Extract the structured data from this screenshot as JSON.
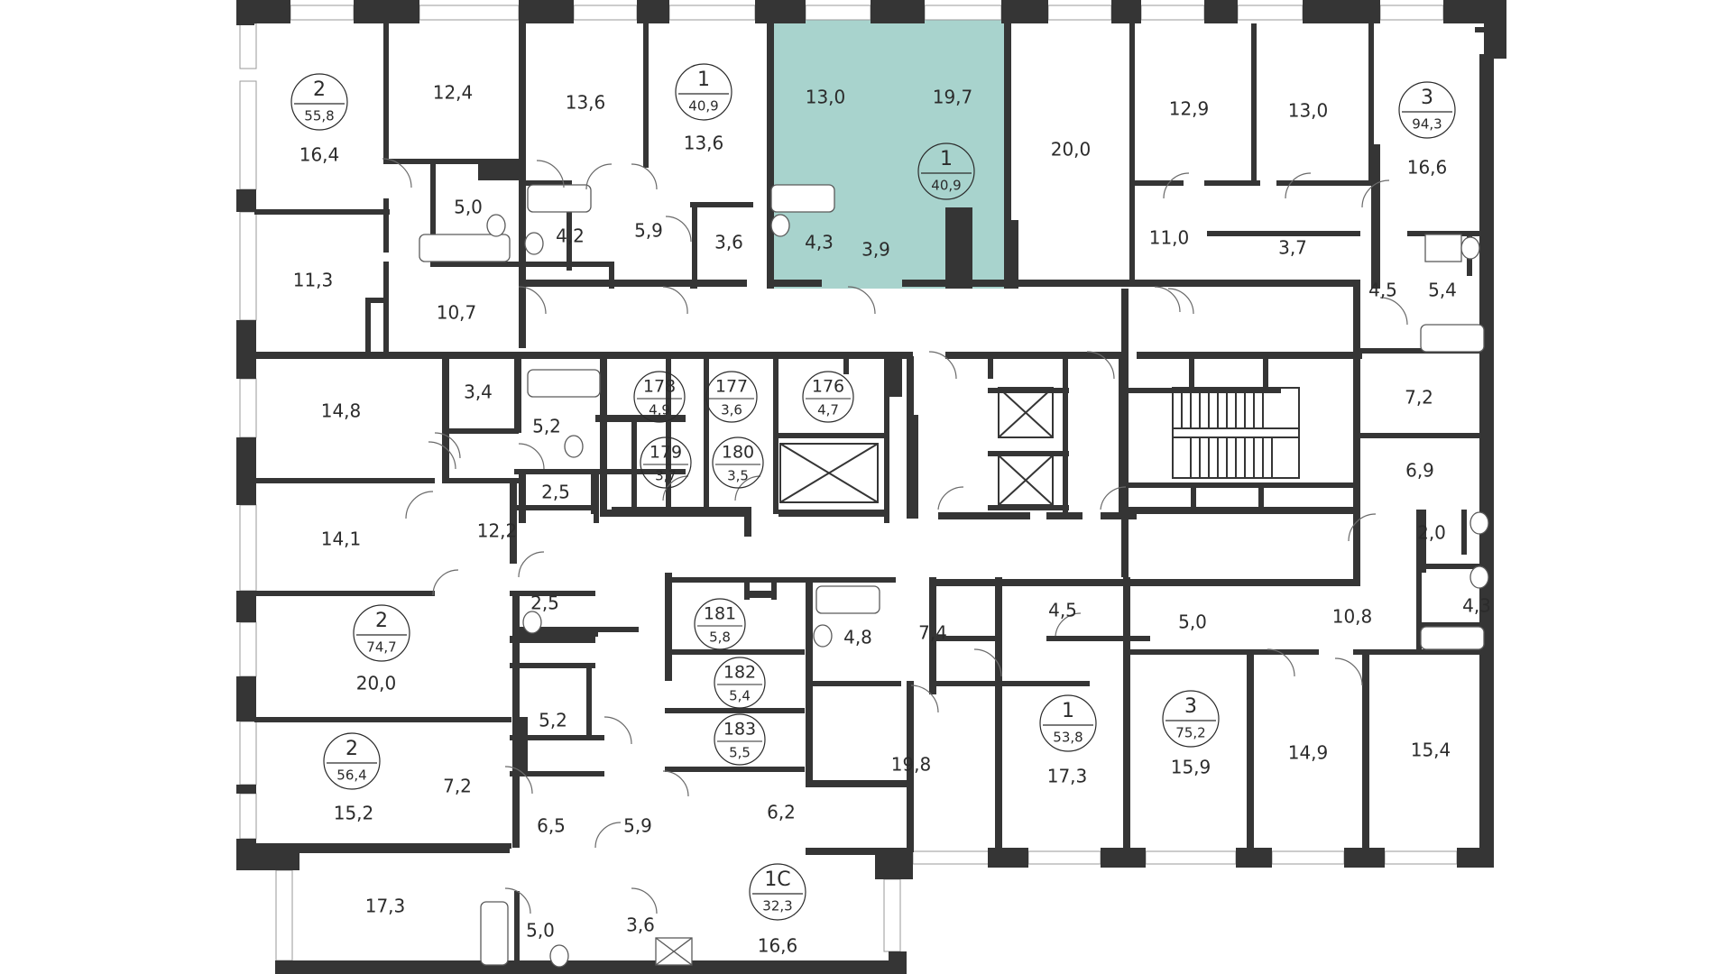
{
  "highlight_color": "#a8d3cd",
  "wall_color": "#353535",
  "apartments": [
    {
      "id": "apt-a",
      "rooms": "2",
      "area": "55,8"
    },
    {
      "id": "apt-b",
      "rooms": "1",
      "area": "40,9"
    },
    {
      "id": "apt-c",
      "rooms": "1",
      "area": "40,9",
      "selected": true
    },
    {
      "id": "apt-d",
      "rooms": "3",
      "area": "94,3"
    },
    {
      "id": "apt-e",
      "rooms": "2",
      "area": "74,7"
    },
    {
      "id": "apt-f",
      "rooms": "2",
      "area": "56,4"
    },
    {
      "id": "apt-g",
      "rooms": "1C",
      "area": "32,3"
    },
    {
      "id": "apt-h",
      "rooms": "1",
      "area": "53,8"
    },
    {
      "id": "apt-i",
      "rooms": "3",
      "area": "75,2"
    }
  ],
  "storage": [
    {
      "num": "178",
      "area": "4,9"
    },
    {
      "num": "177",
      "area": "3,6"
    },
    {
      "num": "176",
      "area": "4,7"
    },
    {
      "num": "179",
      "area": "3,7"
    },
    {
      "num": "180",
      "area": "3,5"
    },
    {
      "num": "181",
      "area": "5,8"
    },
    {
      "num": "182",
      "area": "5,4"
    },
    {
      "num": "183",
      "area": "5,5"
    }
  ],
  "rooms": [
    "16,4",
    "12,4",
    "13,6",
    "13,6",
    "13,0",
    "19,7",
    "20,0",
    "12,9",
    "13,0",
    "16,6",
    "5,0",
    "4,2",
    "5,9",
    "3,6",
    "4,3",
    "3,9",
    "11,0",
    "3,7",
    "11,3",
    "10,7",
    "4,5",
    "5,4",
    "14,8",
    "3,4",
    "5,2",
    "7,2",
    "2,5",
    "6,9",
    "14,1",
    "12,2",
    "2,0",
    "2,5",
    "10,8",
    "4,3",
    "4,5",
    "5,0",
    "4,8",
    "7,4",
    "20,0",
    "5,2",
    "19,8",
    "17,3",
    "15,9",
    "14,9",
    "15,4",
    "7,2",
    "15,2",
    "6,5",
    "6,2",
    "5,9",
    "17,3",
    "5,0",
    "3,6",
    "16,6"
  ]
}
